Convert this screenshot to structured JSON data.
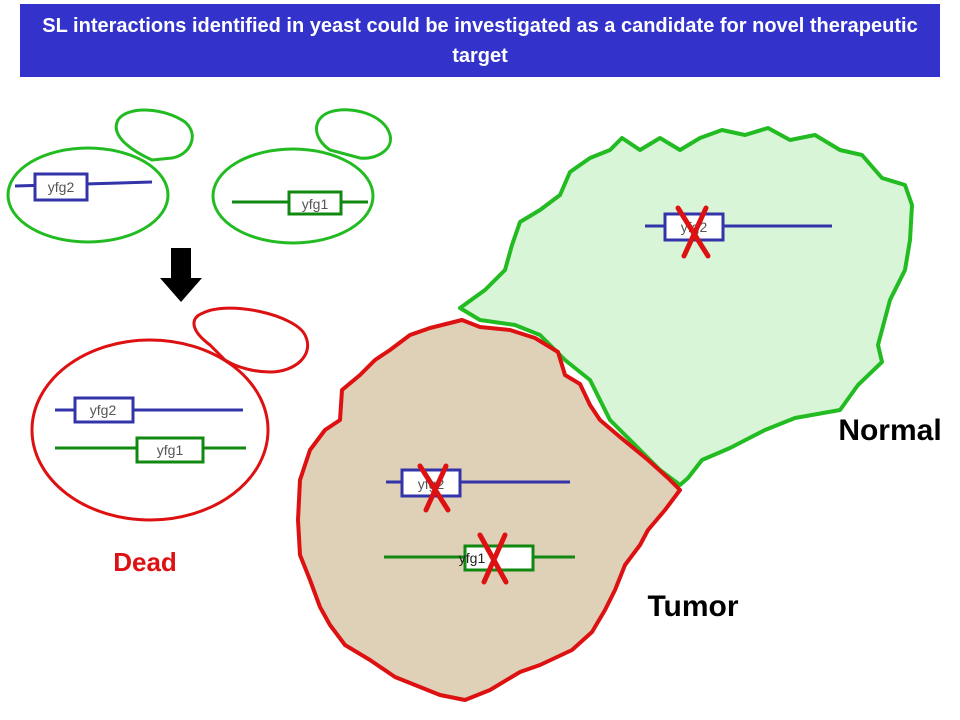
{
  "title": "SL interactions identified in yeast could be investigated as a candidate for novel therapeutic target",
  "colors": {
    "banner": "#3333cc",
    "gene_yfg2": "#3333aa",
    "gene_yfg1": "#118811",
    "yeast_live_outline": "#22bb22",
    "yeast_dead_outline": "#dd1111",
    "normal_fill": "#d8f5d8",
    "normal_outline": "#22bb22",
    "tumor_fill": "#dfd0b8",
    "tumor_outline": "#dd1111",
    "knockout_cross": "#dd1111",
    "arrow": "#000000"
  },
  "icons": {
    "arrow": "down-arrow-icon",
    "knockout": "x-cross-icon"
  },
  "genes": {
    "yfg2": "yfg2",
    "yfg1": "yfg1"
  },
  "labels": {
    "dead": "Dead",
    "normal": "Normal",
    "tumor": "Tumor"
  }
}
